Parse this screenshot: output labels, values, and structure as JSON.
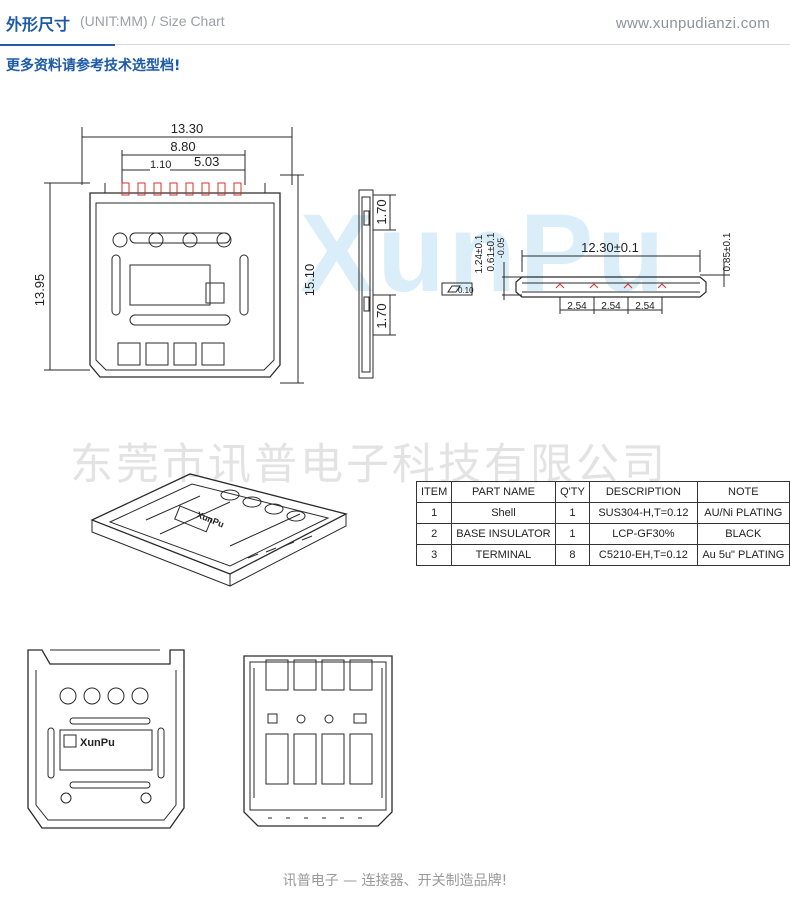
{
  "header": {
    "title_cn": "外形尺寸",
    "title_en": "(UNIT:MM) / Size Chart",
    "website": "www.xunpudianzi.com",
    "subtitle": "更多资料请参考技术选型档!"
  },
  "watermark": {
    "company": "东莞市讯普电子科技有限公司",
    "logo_text": "XunPu"
  },
  "top_view": {
    "dims": {
      "overall_width": "13.30",
      "inner_width": "8.80",
      "pitch": "1.10",
      "offset": "5.03",
      "left_height": "13.95",
      "right_height": "15.10"
    }
  },
  "side_view": {
    "dims": {
      "top": "1.70",
      "bottom": "1.70"
    }
  },
  "front_view": {
    "dims": {
      "width": "12.30±0.1",
      "h1": "1.24±0.1",
      "h2": "0.61±0.1",
      "h2_sub": "-0.05",
      "right": "0.85±0.1",
      "pitch1": "2.54",
      "pitch2": "2.54",
      "pitch3": "2.54",
      "flatness": "0.10"
    }
  },
  "iso_view": {
    "logo": "XunPu"
  },
  "bottom_left_view": {
    "logo": "XunPu"
  },
  "parts_table": {
    "headers": [
      "ITEM",
      "PART NAME",
      "Q'TY",
      "DESCRIPTION",
      "NOTE"
    ],
    "rows": [
      [
        "1",
        "Shell",
        "1",
        "SUS304-H,T=0.12",
        "AU/Ni PLATING"
      ],
      [
        "2",
        "BASE INSULATOR",
        "1",
        "LCP-GF30%",
        "BLACK"
      ],
      [
        "3",
        "TERMINAL",
        "8",
        "C5210-EH,T=0.12",
        "Au 5u\" PLATING"
      ]
    ]
  },
  "footer": "讯普电子 — 连接器、开关制造品牌!",
  "colors": {
    "brand_blue": "#1e5aa8",
    "line": "#2a2a2a",
    "terminal_red": "#d9312b"
  }
}
